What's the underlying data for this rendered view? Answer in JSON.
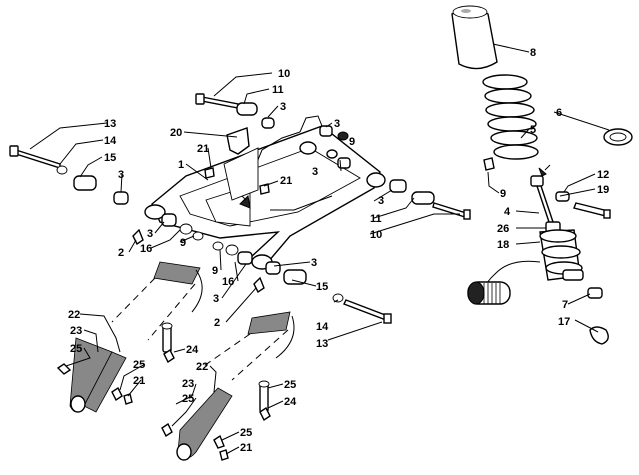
{
  "diagram": {
    "callouts": [
      {
        "id": "c10a",
        "text": "10"
      },
      {
        "id": "c11a",
        "text": "11"
      },
      {
        "id": "c3a",
        "text": "3"
      },
      {
        "id": "c8",
        "text": "8"
      },
      {
        "id": "c13a",
        "text": "13"
      },
      {
        "id": "c14a",
        "text": "14"
      },
      {
        "id": "c15a",
        "text": "15"
      },
      {
        "id": "c3b",
        "text": "3"
      },
      {
        "id": "c20",
        "text": "20"
      },
      {
        "id": "c21a",
        "text": "21"
      },
      {
        "id": "c1",
        "text": "1"
      },
      {
        "id": "c3c",
        "text": "3"
      },
      {
        "id": "c9a",
        "text": "9"
      },
      {
        "id": "c3d",
        "text": "3"
      },
      {
        "id": "c21b",
        "text": "21"
      },
      {
        "id": "c6",
        "text": "6"
      },
      {
        "id": "c5",
        "text": "5"
      },
      {
        "id": "c9b",
        "text": "9"
      },
      {
        "id": "c12",
        "text": "12"
      },
      {
        "id": "c19",
        "text": "19"
      },
      {
        "id": "c3e",
        "text": "3"
      },
      {
        "id": "c11b",
        "text": "11"
      },
      {
        "id": "c10b",
        "text": "10"
      },
      {
        "id": "c4",
        "text": "4"
      },
      {
        "id": "c26",
        "text": "26"
      },
      {
        "id": "c18",
        "text": "18"
      },
      {
        "id": "c2a",
        "text": "2"
      },
      {
        "id": "c3f",
        "text": "3"
      },
      {
        "id": "c16a",
        "text": "16"
      },
      {
        "id": "c9c",
        "text": "9"
      },
      {
        "id": "c9d",
        "text": "9"
      },
      {
        "id": "c16b",
        "text": "16"
      },
      {
        "id": "c3g",
        "text": "3"
      },
      {
        "id": "c3h",
        "text": "3"
      },
      {
        "id": "c2b",
        "text": "2"
      },
      {
        "id": "c15b",
        "text": "15"
      },
      {
        "id": "c14b",
        "text": "14"
      },
      {
        "id": "c13b",
        "text": "13"
      },
      {
        "id": "c7",
        "text": "7"
      },
      {
        "id": "c17",
        "text": "17"
      },
      {
        "id": "c22a",
        "text": "22"
      },
      {
        "id": "c23a",
        "text": "23"
      },
      {
        "id": "c25a",
        "text": "25"
      },
      {
        "id": "c24a",
        "text": "24"
      },
      {
        "id": "c25b",
        "text": "25"
      },
      {
        "id": "c21c",
        "text": "21"
      },
      {
        "id": "c22b",
        "text": "22"
      },
      {
        "id": "c23b",
        "text": "23"
      },
      {
        "id": "c25c",
        "text": "25"
      },
      {
        "id": "c25d",
        "text": "25"
      },
      {
        "id": "c24b",
        "text": "24"
      },
      {
        "id": "c25e",
        "text": "25"
      },
      {
        "id": "c21d",
        "text": "21"
      }
    ]
  }
}
